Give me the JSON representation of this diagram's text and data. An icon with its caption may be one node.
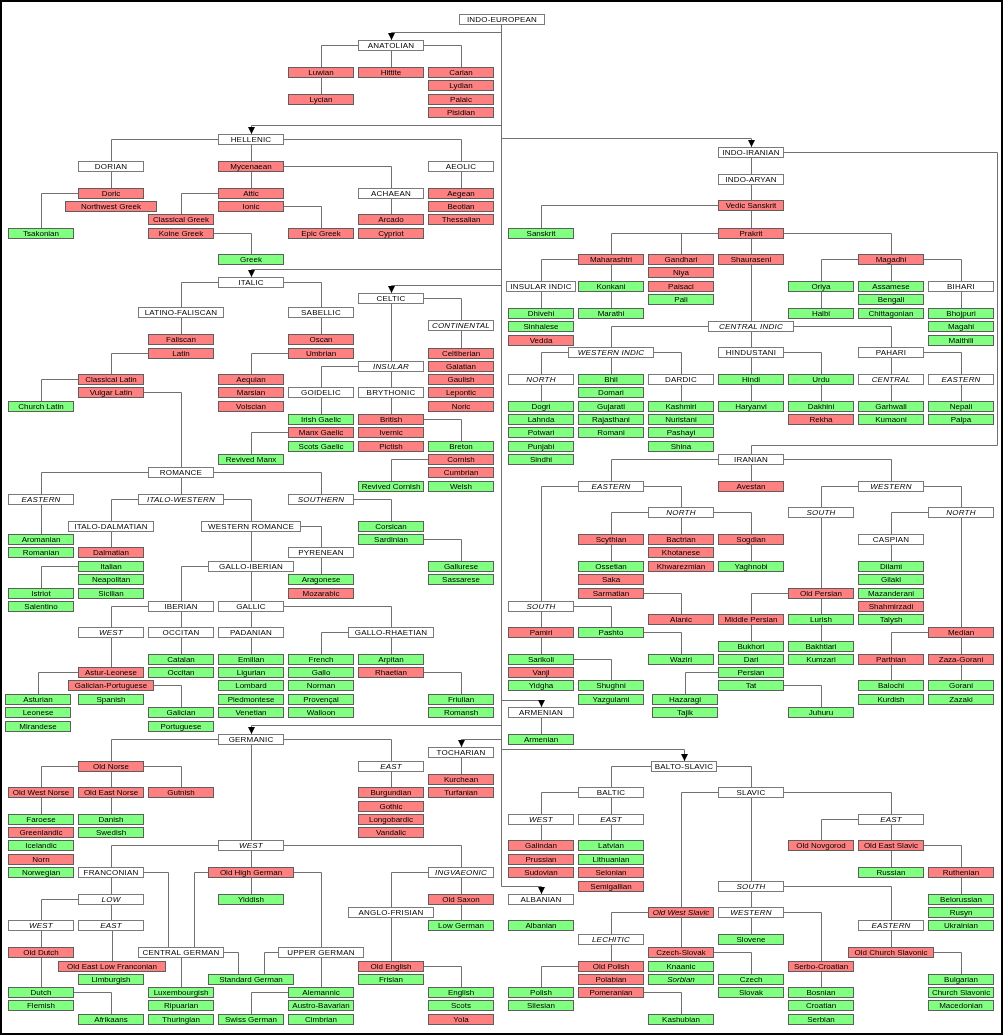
{
  "diagram": {
    "nodes": [
      {
        "text": [
          "INDO-EUROPEAN"
        ]
      },
      {
        "text": [
          "ANATOLIAN"
        ]
      },
      {
        "text": [
          "Luwian"
        ]
      },
      {
        "text": [
          "Hittite"
        ]
      },
      {
        "text": [
          "Carian"
        ]
      },
      {
        "text": [
          "Lydian"
        ]
      },
      {
        "text": [
          "Lycian"
        ]
      },
      {
        "text": [
          "Palaic"
        ]
      },
      {
        "text": [
          "Pisidian"
        ]
      },
      {
        "text": [
          "HELLENIC"
        ]
      },
      {
        "text": [
          "INDO-IRANIAN"
        ]
      },
      {
        "text": [
          "DORIAN"
        ]
      },
      {
        "text": [
          "Mycenaean"
        ]
      },
      {
        "text": [
          "AEOLIC"
        ]
      },
      {
        "text": [
          "INDO-ARYAN"
        ]
      },
      {
        "text": [
          "Doric"
        ]
      },
      {
        "text": [
          "Attic"
        ]
      },
      {
        "text": [
          "ACHAEAN"
        ]
      },
      {
        "text": [
          "Aegean"
        ]
      },
      {
        "text": [
          "Vedic Sanskrit"
        ]
      },
      {
        "text": [
          "Northwest Greek"
        ]
      },
      {
        "text": [
          "Ionic"
        ]
      },
      {
        "text": [
          "Beotian"
        ]
      },
      {
        "text": [
          "Classical Greek"
        ]
      },
      {
        "text": [
          "Arcado"
        ]
      },
      {
        "text": [
          "Thessalian"
        ]
      },
      {
        "text": [
          "Tsakonian"
        ]
      },
      {
        "text": [
          "Koine Greek"
        ]
      },
      {
        "text": [
          "Epic Greek"
        ]
      },
      {
        "text": [
          "Cypriot"
        ]
      },
      {
        "text": [
          "Sanskrit"
        ]
      },
      {
        "text": [
          "Prakrit"
        ]
      },
      {
        "text": [
          "Greek"
        ]
      },
      {
        "text": [
          "Maharashtri"
        ]
      },
      {
        "text": [
          "Gandhari"
        ]
      },
      {
        "text": [
          "Shauraseni"
        ]
      },
      {
        "text": [
          "Magadhi"
        ]
      },
      {
        "text": [
          "Niya"
        ]
      },
      {
        "text": [
          "ITALIC"
        ]
      },
      {
        "text": [
          "INSULAR INDIC"
        ]
      },
      {
        "text": [
          "Konkani"
        ]
      },
      {
        "text": [
          "Paisaci"
        ]
      },
      {
        "text": [
          "Oriya"
        ]
      },
      {
        "text": [
          "Assamese"
        ]
      },
      {
        "text": [
          "BIHARI"
        ]
      },
      {
        "text": [
          "CELTIC"
        ]
      },
      {
        "text": [
          "Pali"
        ]
      },
      {
        "text": [
          "Bengali"
        ]
      },
      {
        "text": [
          "LATINO-FALISCAN"
        ]
      },
      {
        "text": [
          "SABELLIC"
        ]
      },
      {
        "text": [
          "Dhivehi"
        ]
      },
      {
        "text": [
          "Marathi"
        ]
      },
      {
        "text": [
          "Halbi"
        ]
      },
      {
        "text": [
          "Chittagonian"
        ]
      },
      {
        "text": [
          "Bhojpuri"
        ]
      },
      {
        "text": [
          "CONTINENTAL"
        ]
      },
      {
        "text": [
          "Sinhalese"
        ]
      },
      {
        "text": [
          "CENTRAL INDIC"
        ]
      },
      {
        "text": [
          "Magahi"
        ]
      },
      {
        "text": [
          "Faliscan"
        ]
      },
      {
        "text": [
          "Oscan"
        ]
      },
      {
        "text": [
          "Vedda"
        ]
      },
      {
        "text": [
          "Maithili"
        ]
      },
      {
        "text": [
          "Latin"
        ]
      },
      {
        "text": [
          "Umbrian"
        ]
      },
      {
        "text": [
          "Celtiberian"
        ]
      },
      {
        "text": [
          "WESTERN INDIC"
        ]
      },
      {
        "text": [
          "HINDUSTANI"
        ]
      },
      {
        "text": [
          "PAHARI"
        ]
      },
      {
        "text": [
          "INSULAR"
        ]
      },
      {
        "text": [
          "Galatian"
        ]
      },
      {
        "text": [
          "Classical Latin"
        ]
      },
      {
        "text": [
          "Aequian"
        ]
      },
      {
        "text": [
          "Gaulish"
        ]
      },
      {
        "text": [
          "NORTH"
        ]
      },
      {
        "text": [
          "Bhil"
        ]
      },
      {
        "text": [
          "DARDIC"
        ]
      },
      {
        "text": [
          "Hindi"
        ]
      },
      {
        "text": [
          "Urdu"
        ]
      },
      {
        "text": [
          "CENTRAL"
        ]
      },
      {
        "text": [
          "EASTERN"
        ]
      },
      {
        "text": [
          "Vulgar Latin"
        ]
      },
      {
        "text": [
          "Marsian"
        ]
      },
      {
        "text": [
          "GOIDELIC"
        ]
      },
      {
        "text": [
          "BRYTHONIC"
        ]
      },
      {
        "text": [
          "Lepontic"
        ]
      },
      {
        "text": [
          "Domari"
        ]
      },
      {
        "text": [
          "Church Latin"
        ]
      },
      {
        "text": [
          "Volscian"
        ]
      },
      {
        "text": [
          "Noric"
        ]
      },
      {
        "text": [
          "Dogri"
        ]
      },
      {
        "text": [
          "Gujarati"
        ]
      },
      {
        "text": [
          "Kashmiri"
        ]
      },
      {
        "text": [
          "Haryanvi"
        ]
      },
      {
        "text": [
          "Dakhini"
        ]
      },
      {
        "text": [
          "Garhwali"
        ]
      },
      {
        "text": [
          "Nepali"
        ]
      },
      {
        "text": [
          "Irish Gaelic"
        ]
      },
      {
        "text": [
          "British"
        ]
      },
      {
        "text": [
          "Lahnda"
        ]
      },
      {
        "text": [
          "Rajasthani"
        ]
      },
      {
        "text": [
          "Nuristani"
        ]
      },
      {
        "text": [
          "Rekha"
        ]
      },
      {
        "text": [
          "Kumaoni"
        ]
      },
      {
        "text": [
          "Palpa"
        ]
      },
      {
        "text": [
          "Manx Gaelic"
        ]
      },
      {
        "text": [
          "Ivernic"
        ]
      },
      {
        "text": [
          "Potwari"
        ]
      },
      {
        "text": [
          "Romani"
        ]
      },
      {
        "text": [
          "Pashayi"
        ]
      },
      {
        "text": [
          "Scots Gaelic"
        ]
      },
      {
        "text": [
          "Pictish"
        ]
      },
      {
        "text": [
          "Breton"
        ]
      },
      {
        "text": [
          "Punjabi"
        ]
      },
      {
        "text": [
          "Shina"
        ]
      },
      {
        "text": [
          "Revived Manx"
        ]
      },
      {
        "text": [
          "Cornish"
        ]
      },
      {
        "text": [
          "Sindhi"
        ]
      },
      {
        "text": [
          "IRANIAN"
        ]
      },
      {
        "text": [
          "ROMANCE"
        ]
      },
      {
        "text": [
          "Cumbrian"
        ]
      },
      {
        "text": [
          "Revived Cornish"
        ]
      },
      {
        "text": [
          "Welsh"
        ]
      },
      {
        "text": [
          "EASTERN"
        ]
      },
      {
        "text": [
          "Avestan"
        ]
      },
      {
        "text": [
          "WESTERN"
        ]
      },
      {
        "text": [
          "EASTERN"
        ]
      },
      {
        "text": [
          "ITALO-WESTERN"
        ]
      },
      {
        "text": [
          "SOUTHERN"
        ]
      },
      {
        "text": [
          "NORTH"
        ]
      },
      {
        "text": [
          "SOUTH"
        ]
      },
      {
        "text": [
          "NORTH"
        ]
      },
      {
        "text": [
          "ITALO-DALMATIAN"
        ]
      },
      {
        "text": [
          "WESTERN ROMANCE"
        ]
      },
      {
        "text": [
          "Corsican"
        ]
      },
      {
        "text": [
          "Aromanian"
        ]
      },
      {
        "text": [
          "Sardinian"
        ]
      },
      {
        "text": [
          "Scythian"
        ]
      },
      {
        "text": [
          "Bactrian"
        ]
      },
      {
        "text": [
          "Sogdian"
        ]
      },
      {
        "text": [
          "CASPIAN"
        ]
      },
      {
        "text": [
          "Romanian"
        ]
      },
      {
        "text": [
          "Dalmatian"
        ]
      },
      {
        "text": [
          "PYRENEAN"
        ]
      },
      {
        "text": [
          "Khotanese"
        ]
      },
      {
        "text": [
          "Italian"
        ]
      },
      {
        "text": [
          "GALLO-IBERIAN"
        ]
      },
      {
        "text": [
          "Gallurese"
        ]
      },
      {
        "text": [
          "Ossetian"
        ]
      },
      {
        "text": [
          "Khwarezmian"
        ]
      },
      {
        "text": [
          "Yaghnobi"
        ]
      },
      {
        "text": [
          "Dilami"
        ]
      },
      {
        "text": [
          "Neapolitan"
        ]
      },
      {
        "text": [
          "Aragonese"
        ]
      },
      {
        "text": [
          "Sassarese"
        ]
      },
      {
        "text": [
          "Saka"
        ]
      },
      {
        "text": [
          "Gilaki"
        ]
      },
      {
        "text": [
          "Istriot"
        ]
      },
      {
        "text": [
          "Sicilian"
        ]
      },
      {
        "text": [
          "Mozarabic"
        ]
      },
      {
        "text": [
          "Sarmatian"
        ]
      },
      {
        "text": [
          "Old Persian"
        ]
      },
      {
        "text": [
          "Mazanderani"
        ]
      },
      {
        "text": [
          "Salentino"
        ]
      },
      {
        "text": [
          "IBERIAN"
        ]
      },
      {
        "text": [
          "GALLIC"
        ]
      },
      {
        "text": [
          "SOUTH"
        ]
      },
      {
        "text": [
          "Shahmirzadi"
        ]
      },
      {
        "text": [
          "Alanic"
        ]
      },
      {
        "text": [
          "Middle Persian"
        ]
      },
      {
        "text": [
          "Lurish"
        ]
      },
      {
        "text": [
          "Talysh"
        ]
      },
      {
        "text": [
          "WEST"
        ]
      },
      {
        "text": [
          "OCCITAN"
        ]
      },
      {
        "text": [
          "PADANIAN"
        ]
      },
      {
        "text": [
          "GALLO-RHAETIAN"
        ]
      },
      {
        "text": [
          "Pamiri"
        ]
      },
      {
        "text": [
          "Pashto"
        ]
      },
      {
        "text": [
          "Median"
        ]
      },
      {
        "text": [
          "Bukhori"
        ]
      },
      {
        "text": [
          "Bakhtiari"
        ]
      },
      {
        "text": [
          "Catalan"
        ]
      },
      {
        "text": [
          "Emilian"
        ]
      },
      {
        "text": [
          "French"
        ]
      },
      {
        "text": [
          "Arpitan"
        ]
      },
      {
        "text": [
          "Sarikoli"
        ]
      },
      {
        "text": [
          "Waziri"
        ]
      },
      {
        "text": [
          "Dari"
        ]
      },
      {
        "text": [
          "Kumzari"
        ]
      },
      {
        "text": [
          "Parthian"
        ]
      },
      {
        "text": [
          "Zaza-Gorani"
        ]
      },
      {
        "text": [
          "Astur-Leonese"
        ]
      },
      {
        "text": [
          "Occitan"
        ]
      },
      {
        "text": [
          "Ligurian"
        ]
      },
      {
        "text": [
          "Gallo"
        ]
      },
      {
        "text": [
          "Rhaetian"
        ]
      },
      {
        "text": [
          "Vanji"
        ]
      },
      {
        "text": [
          "Persian"
        ]
      },
      {
        "text": [
          "Galician-Portuguese"
        ]
      },
      {
        "text": [
          "Lombard"
        ]
      },
      {
        "text": [
          "Norman"
        ]
      },
      {
        "text": [
          "Yidgha"
        ]
      },
      {
        "text": [
          "Shughni"
        ]
      },
      {
        "text": [
          "Tat"
        ]
      },
      {
        "text": [
          "Balochi"
        ]
      },
      {
        "text": [
          "Gorani"
        ]
      },
      {
        "text": [
          "Asturian"
        ]
      },
      {
        "text": [
          "Spanish"
        ]
      },
      {
        "text": [
          "Piedmontese"
        ]
      },
      {
        "text": [
          "Provençal"
        ]
      },
      {
        "text": [
          "Friulian"
        ]
      },
      {
        "text": [
          "Yazgulami"
        ]
      },
      {
        "text": [
          "Hazaragi"
        ]
      },
      {
        "text": [
          "Kurdish"
        ]
      },
      {
        "text": [
          "Zazaki"
        ]
      },
      {
        "text": [
          "Leonese"
        ]
      },
      {
        "text": [
          "Galician"
        ]
      },
      {
        "text": [
          "Venetian"
        ]
      },
      {
        "text": [
          "Walloon"
        ]
      },
      {
        "text": [
          "Romansh"
        ]
      },
      {
        "text": [
          "ARMENIAN"
        ]
      },
      {
        "text": [
          "Tajik"
        ]
      },
      {
        "text": [
          "Juhuru"
        ]
      },
      {
        "text": [
          "Mirandese"
        ]
      },
      {
        "text": [
          "Portuguese"
        ]
      },
      {
        "text": [
          "GERMANIC"
        ]
      },
      {
        "text": [
          "Armenian"
        ]
      },
      {
        "text": [
          "TOCHARIAN"
        ]
      },
      {
        "text": [
          "Old Norse"
        ]
      },
      {
        "text": [
          "EAST"
        ]
      },
      {
        "text": [
          "BALTO-SLAVIC"
        ]
      },
      {
        "text": [
          "Kurchean"
        ]
      },
      {
        "text": [
          "Old West Norse"
        ]
      },
      {
        "text": [
          "Old East Norse"
        ]
      },
      {
        "text": [
          "Gutnish"
        ]
      },
      {
        "text": [
          "Burgundian"
        ]
      },
      {
        "text": [
          "Turfanian"
        ]
      },
      {
        "text": [
          "BALTIC"
        ]
      },
      {
        "text": [
          "SLAVIC"
        ]
      },
      {
        "text": [
          "Gothic"
        ]
      },
      {
        "text": [
          "Faroese"
        ]
      },
      {
        "text": [
          "Danish"
        ]
      },
      {
        "text": [
          "Longobardic"
        ]
      },
      {
        "text": [
          "WEST"
        ]
      },
      {
        "text": [
          "EAST"
        ]
      },
      {
        "text": [
          "EAST"
        ]
      },
      {
        "text": [
          "Greenlandic"
        ]
      },
      {
        "text": [
          "Swedish"
        ]
      },
      {
        "text": [
          "Vandalic"
        ]
      },
      {
        "text": [
          "Icelandic"
        ]
      },
      {
        "text": [
          "WEST"
        ]
      },
      {
        "text": [
          "Galindan"
        ]
      },
      {
        "text": [
          "Latvian"
        ]
      },
      {
        "text": [
          "Old Novgorod"
        ]
      },
      {
        "text": [
          "Old East Slavic"
        ]
      },
      {
        "text": [
          "Norn"
        ]
      },
      {
        "text": [
          "Prussian"
        ]
      },
      {
        "text": [
          "Lithuanian"
        ]
      },
      {
        "text": [
          "Norwegian"
        ]
      },
      {
        "text": [
          "FRANCONIAN"
        ]
      },
      {
        "text": [
          "Old High German"
        ]
      },
      {
        "text": [
          "INGVAEONIC"
        ]
      },
      {
        "text": [
          "Sudovian"
        ]
      },
      {
        "text": [
          "Selonian"
        ]
      },
      {
        "text": [
          "Russian"
        ]
      },
      {
        "text": [
          "Ruthenian"
        ]
      },
      {
        "text": [
          "Semigallian"
        ]
      },
      {
        "text": [
          "SOUTH"
        ]
      },
      {
        "text": [
          "LOW"
        ]
      },
      {
        "text": [
          "Yiddish"
        ]
      },
      {
        "text": [
          "Old Saxon"
        ]
      },
      {
        "text": [
          "ALBANIAN"
        ]
      },
      {
        "text": [
          "Belorussian"
        ]
      },
      {
        "text": [
          "ANGLO-FRISIAN"
        ]
      },
      {
        "text": [
          "Old West Slavic"
        ]
      },
      {
        "text": [
          "WESTERN"
        ]
      },
      {
        "text": [
          "Rusyn"
        ]
      },
      {
        "text": [
          "WEST"
        ]
      },
      {
        "text": [
          "EAST"
        ]
      },
      {
        "text": [
          "Low German"
        ]
      },
      {
        "text": [
          "Albanian"
        ]
      },
      {
        "text": [
          "EASTERN"
        ]
      },
      {
        "text": [
          "Ukrainian"
        ]
      },
      {
        "text": [
          "LECHITIC"
        ]
      },
      {
        "text": [
          "Slovene"
        ]
      },
      {
        "text": [
          "Old Dutch"
        ]
      },
      {
        "text": [
          "CENTRAL GERMAN"
        ]
      },
      {
        "text": [
          "UPPER GERMAN"
        ]
      },
      {
        "text": [
          "Czech-Slovak"
        ]
      },
      {
        "text": [
          "Old Church Slavonic"
        ]
      },
      {
        "text": [
          "Old East Low Franconian"
        ]
      },
      {
        "text": [
          "Old English"
        ]
      },
      {
        "text": [
          "Old Polish"
        ]
      },
      {
        "text": [
          "Knaanic"
        ]
      },
      {
        "text": [
          "Serbo-Croatian"
        ]
      },
      {
        "text": [
          "Limburgish"
        ]
      },
      {
        "text": [
          "Standard German"
        ]
      },
      {
        "text": [
          "Frisian"
        ]
      },
      {
        "text": [
          "Polabian"
        ]
      },
      {
        "text": [
          "Sorbian"
        ]
      },
      {
        "text": [
          "Czech"
        ]
      },
      {
        "text": [
          "Bulgarian"
        ]
      },
      {
        "text": [
          "Dutch"
        ]
      },
      {
        "text": [
          "Luxembourgish"
        ]
      },
      {
        "text": [
          "Alemannic"
        ]
      },
      {
        "text": [
          "English"
        ]
      },
      {
        "text": [
          "Polish"
        ]
      },
      {
        "text": [
          "Pomeranian"
        ]
      },
      {
        "text": [
          "Slovak"
        ]
      },
      {
        "text": [
          "Bosnian"
        ]
      },
      {
        "text": [
          "Church Slavonic"
        ]
      },
      {
        "text": [
          "Flemish"
        ]
      },
      {
        "text": [
          "Ripuarian"
        ]
      },
      {
        "text": [
          "Austro-Bavarian"
        ]
      },
      {
        "text": [
          "Scots"
        ]
      },
      {
        "text": [
          "Silesian"
        ]
      },
      {
        "text": [
          "Croatian"
        ]
      },
      {
        "text": [
          "Macedonian"
        ]
      },
      {
        "text": [
          "Afrikaans"
        ]
      },
      {
        "text": [
          "Thuringian"
        ]
      },
      {
        "text": [
          "Swiss German"
        ]
      },
      {
        "text": [
          "Cimbrian"
        ]
      },
      {
        "text": [
          "Yola"
        ]
      },
      {
        "text": [
          "Kashubian"
        ]
      },
      {
        "text": [
          "Serbian"
        ]
      }
    ],
    "edges": [
      {
        "from": 0,
        "to": 1,
        "arrow": "to"
      },
      {
        "from": 0,
        "to": 9,
        "arrow": "to"
      },
      {
        "from": 0,
        "to": 10,
        "arrow": "to"
      },
      {
        "from": 0,
        "to": 38,
        "arrow": "to"
      },
      {
        "from": 0,
        "to": 45,
        "arrow": "to"
      },
      {
        "from": 0,
        "to": 220,
        "arrow": "to"
      },
      {
        "from": 0,
        "to": 225,
        "arrow": "to"
      },
      {
        "from": 0,
        "to": 227,
        "arrow": "to"
      },
      {
        "from": 0,
        "to": 230,
        "arrow": "to"
      },
      {
        "from": 0,
        "to": 271,
        "arrow": "to"
      },
      {
        "from": 1,
        "to": 2,
        "arrow": "none"
      },
      {
        "from": 1,
        "to": 3,
        "arrow": "none"
      },
      {
        "from": 1,
        "to": 4,
        "arrow": "none"
      },
      {
        "from": 2,
        "to": 6,
        "arrow": "none"
      },
      {
        "from": 9,
        "to": 11,
        "arrow": "none"
      },
      {
        "from": 9,
        "to": 12,
        "arrow": "none"
      },
      {
        "from": 9,
        "to": 13,
        "arrow": "none"
      },
      {
        "from": 11,
        "to": 15,
        "arrow": "none"
      },
      {
        "from": 15,
        "to": 26,
        "arrow": "none"
      },
      {
        "from": 12,
        "to": 16,
        "arrow": "none"
      },
      {
        "from": 12,
        "to": 17,
        "arrow": "none"
      },
      {
        "from": 13,
        "to": 18,
        "arrow": "none"
      },
      {
        "from": 16,
        "to": 23,
        "arrow": "none"
      },
      {
        "from": 21,
        "to": 28,
        "arrow": "none"
      },
      {
        "from": 17,
        "to": 24,
        "arrow": "none"
      },
      {
        "from": 27,
        "to": 32,
        "arrow": "none"
      },
      {
        "from": 10,
        "to": 14,
        "arrow": "none"
      },
      {
        "from": 10,
        "to": 118,
        "arrow": "none"
      },
      {
        "from": 14,
        "to": 19,
        "arrow": "none"
      },
      {
        "from": 19,
        "to": 30,
        "arrow": "none"
      },
      {
        "from": 19,
        "to": 31,
        "arrow": "none"
      },
      {
        "from": 31,
        "to": 33,
        "arrow": "none"
      },
      {
        "from": 31,
        "to": 34,
        "arrow": "none"
      },
      {
        "from": 31,
        "to": 35,
        "arrow": "none"
      },
      {
        "from": 31,
        "to": 36,
        "arrow": "none"
      },
      {
        "from": 33,
        "to": 39,
        "arrow": "none"
      },
      {
        "from": 33,
        "to": 40,
        "arrow": "none"
      },
      {
        "from": 40,
        "to": 51,
        "arrow": "none"
      },
      {
        "from": 39,
        "to": 50,
        "arrow": "none"
      },
      {
        "from": 36,
        "to": 42,
        "arrow": "none"
      },
      {
        "from": 36,
        "to": 43,
        "arrow": "none"
      },
      {
        "from": 36,
        "to": 44,
        "arrow": "none"
      },
      {
        "from": 42,
        "to": 52,
        "arrow": "none"
      },
      {
        "from": 44,
        "to": 54,
        "arrow": "none"
      },
      {
        "from": 35,
        "to": 57,
        "arrow": "none"
      },
      {
        "from": 57,
        "to": 66,
        "arrow": "none"
      },
      {
        "from": 57,
        "to": 67,
        "arrow": "none"
      },
      {
        "from": 57,
        "to": 68,
        "arrow": "none"
      },
      {
        "from": 66,
        "to": 74,
        "arrow": "none"
      },
      {
        "from": 66,
        "to": 75,
        "arrow": "none"
      },
      {
        "from": 66,
        "to": 76,
        "arrow": "none"
      },
      {
        "from": 67,
        "to": 77,
        "arrow": "none"
      },
      {
        "from": 67,
        "to": 78,
        "arrow": "none"
      },
      {
        "from": 68,
        "to": 79,
        "arrow": "none"
      },
      {
        "from": 68,
        "to": 80,
        "arrow": "none"
      },
      {
        "from": 74,
        "to": 90,
        "arrow": "none"
      },
      {
        "from": 76,
        "to": 92,
        "arrow": "none"
      },
      {
        "from": 77,
        "to": 93,
        "arrow": "none"
      },
      {
        "from": 78,
        "to": 94,
        "arrow": "none"
      },
      {
        "from": 79,
        "to": 95,
        "arrow": "none"
      },
      {
        "from": 80,
        "to": 96,
        "arrow": "none"
      },
      {
        "from": 118,
        "to": 123,
        "arrow": "none"
      },
      {
        "from": 118,
        "to": 124,
        "arrow": "none"
      },
      {
        "from": 118,
        "to": 125,
        "arrow": "none"
      },
      {
        "from": 123,
        "to": 166,
        "arrow": "none"
      },
      {
        "from": 123,
        "to": 129,
        "arrow": "none"
      },
      {
        "from": 129,
        "to": 137,
        "arrow": "none"
      },
      {
        "from": 129,
        "to": 138,
        "arrow": "none"
      },
      {
        "from": 129,
        "to": 139,
        "arrow": "none"
      },
      {
        "from": 137,
        "to": 148,
        "arrow": "none"
      },
      {
        "from": 139,
        "to": 150,
        "arrow": "none"
      },
      {
        "from": 160,
        "to": 168,
        "arrow": "none"
      },
      {
        "from": 125,
        "to": 130,
        "arrow": "none"
      },
      {
        "from": 125,
        "to": 131,
        "arrow": "none"
      },
      {
        "from": 130,
        "to": 161,
        "arrow": "none"
      },
      {
        "from": 131,
        "to": 140,
        "arrow": "none"
      },
      {
        "from": 131,
        "to": 178,
        "arrow": "none"
      },
      {
        "from": 140,
        "to": 151,
        "arrow": "none"
      },
      {
        "from": 161,
        "to": 169,
        "arrow": "none"
      },
      {
        "from": 161,
        "to": 170,
        "arrow": "none"
      },
      {
        "from": 170,
        "to": 180,
        "arrow": "none"
      },
      {
        "from": 169,
        "to": 179,
        "arrow": "none"
      },
      {
        "from": 197,
        "to": 212,
        "arrow": "none"
      },
      {
        "from": 203,
        "to": 222,
        "arrow": "none"
      },
      {
        "from": 178,
        "to": 189,
        "arrow": "none"
      },
      {
        "from": 178,
        "to": 190,
        "arrow": "none"
      },
      {
        "from": 189,
        "to": 204,
        "arrow": "none"
      },
      {
        "from": 190,
        "to": 205,
        "arrow": "none"
      },
      {
        "from": 166,
        "to": 176,
        "arrow": "none"
      },
      {
        "from": 166,
        "to": 177,
        "arrow": "none"
      },
      {
        "from": 176,
        "to": 185,
        "arrow": "none"
      },
      {
        "from": 185,
        "to": 202,
        "arrow": "none"
      },
      {
        "from": 177,
        "to": 186,
        "arrow": "none"
      },
      {
        "from": 220,
        "to": 226,
        "arrow": "none"
      },
      {
        "from": 38,
        "to": 48,
        "arrow": "none"
      },
      {
        "from": 38,
        "to": 49,
        "arrow": "none"
      },
      {
        "from": 48,
        "to": 59,
        "arrow": "none"
      },
      {
        "from": 49,
        "to": 60,
        "arrow": "none"
      },
      {
        "from": 63,
        "to": 71,
        "arrow": "none"
      },
      {
        "from": 71,
        "to": 87,
        "arrow": "none"
      },
      {
        "from": 81,
        "to": 119,
        "arrow": "none"
      },
      {
        "from": 64,
        "to": 72,
        "arrow": "none"
      },
      {
        "from": 45,
        "to": 55,
        "arrow": "none"
      },
      {
        "from": 45,
        "to": 69,
        "arrow": "none"
      },
      {
        "from": 69,
        "to": 83,
        "arrow": "none"
      },
      {
        "from": 69,
        "to": 84,
        "arrow": "none"
      },
      {
        "from": 83,
        "to": 97,
        "arrow": "none"
      },
      {
        "from": 84,
        "to": 98,
        "arrow": "none"
      },
      {
        "from": 105,
        "to": 115,
        "arrow": "none"
      },
      {
        "from": 98,
        "to": 112,
        "arrow": "none"
      },
      {
        "from": 116,
        "to": 121,
        "arrow": "none"
      },
      {
        "from": 55,
        "to": 65,
        "arrow": "none"
      },
      {
        "from": 119,
        "to": 126,
        "arrow": "none"
      },
      {
        "from": 119,
        "to": 127,
        "arrow": "none"
      },
      {
        "from": 119,
        "to": 128,
        "arrow": "none"
      },
      {
        "from": 126,
        "to": 135,
        "arrow": "none"
      },
      {
        "from": 127,
        "to": 132,
        "arrow": "none"
      },
      {
        "from": 127,
        "to": 133,
        "arrow": "none"
      },
      {
        "from": 128,
        "to": 134,
        "arrow": "none"
      },
      {
        "from": 132,
        "to": 142,
        "arrow": "none"
      },
      {
        "from": 145,
        "to": 157,
        "arrow": "none"
      },
      {
        "from": 133,
        "to": 143,
        "arrow": "none"
      },
      {
        "from": 133,
        "to": 146,
        "arrow": "none"
      },
      {
        "from": 136,
        "to": 147,
        "arrow": "none"
      },
      {
        "from": 143,
        "to": 153,
        "arrow": "none"
      },
      {
        "from": 146,
        "to": 164,
        "arrow": "none"
      },
      {
        "from": 146,
        "to": 165,
        "arrow": "none"
      },
      {
        "from": 164,
        "to": 172,
        "arrow": "none"
      },
      {
        "from": 164,
        "to": 173,
        "arrow": "none"
      },
      {
        "from": 165,
        "to": 174,
        "arrow": "none"
      },
      {
        "from": 165,
        "to": 175,
        "arrow": "none"
      },
      {
        "from": 172,
        "to": 191,
        "arrow": "none"
      },
      {
        "from": 173,
        "to": 181,
        "arrow": "none"
      },
      {
        "from": 174,
        "to": 182,
        "arrow": "none"
      },
      {
        "from": 175,
        "to": 183,
        "arrow": "none"
      },
      {
        "from": 175,
        "to": 184,
        "arrow": "none"
      },
      {
        "from": 191,
        "to": 206,
        "arrow": "none"
      },
      {
        "from": 198,
        "to": 216,
        "arrow": "none"
      },
      {
        "from": 195,
        "to": 210,
        "arrow": "none"
      },
      {
        "from": 225,
        "to": 228,
        "arrow": "none"
      },
      {
        "from": 225,
        "to": 250,
        "arrow": "none"
      },
      {
        "from": 225,
        "to": 229,
        "arrow": "none"
      },
      {
        "from": 227,
        "to": 231,
        "arrow": "none"
      },
      {
        "from": 228,
        "to": 232,
        "arrow": "none"
      },
      {
        "from": 228,
        "to": 233,
        "arrow": "none"
      },
      {
        "from": 228,
        "to": 234,
        "arrow": "none"
      },
      {
        "from": 232,
        "to": 240,
        "arrow": "none"
      },
      {
        "from": 233,
        "to": 241,
        "arrow": "none"
      },
      {
        "from": 229,
        "to": 235,
        "arrow": "none"
      },
      {
        "from": 250,
        "to": 259,
        "arrow": "none"
      },
      {
        "from": 250,
        "to": 260,
        "arrow": "none"
      },
      {
        "from": 250,
        "to": 261,
        "arrow": "none"
      },
      {
        "from": 259,
        "to": 268,
        "arrow": "none"
      },
      {
        "from": 259,
        "to": 286,
        "arrow": "none"
      },
      {
        "from": 260,
        "to": 286,
        "arrow": "none"
      },
      {
        "from": 260,
        "to": 269,
        "arrow": "none"
      },
      {
        "from": 260,
        "to": 287,
        "arrow": "none"
      },
      {
        "from": 268,
        "to": 277,
        "arrow": "none"
      },
      {
        "from": 268,
        "to": 278,
        "arrow": "none"
      },
      {
        "from": 278,
        "to": 290,
        "arrow": "none"
      },
      {
        "from": 277,
        "to": 285,
        "arrow": "none"
      },
      {
        "from": 285,
        "to": 302,
        "arrow": "none"
      },
      {
        "from": 302,
        "to": 318,
        "arrow": "none"
      },
      {
        "from": 286,
        "to": 303,
        "arrow": "none"
      },
      {
        "from": 286,
        "to": 296,
        "arrow": "none"
      },
      {
        "from": 287,
        "to": 296,
        "arrow": "none"
      },
      {
        "from": 287,
        "to": 304,
        "arrow": "none"
      },
      {
        "from": 304,
        "to": 320,
        "arrow": "none"
      },
      {
        "from": 261,
        "to": 273,
        "arrow": "none"
      },
      {
        "from": 261,
        "to": 270,
        "arrow": "none"
      },
      {
        "from": 270,
        "to": 279,
        "arrow": "none"
      },
      {
        "from": 273,
        "to": 291,
        "arrow": "none"
      },
      {
        "from": 291,
        "to": 305,
        "arrow": "none"
      },
      {
        "from": 230,
        "to": 237,
        "arrow": "none"
      },
      {
        "from": 230,
        "to": 238,
        "arrow": "none"
      },
      {
        "from": 237,
        "to": 243,
        "arrow": "none"
      },
      {
        "from": 237,
        "to": 244,
        "arrow": "none"
      },
      {
        "from": 243,
        "to": 251,
        "arrow": "none"
      },
      {
        "from": 244,
        "to": 252,
        "arrow": "none"
      },
      {
        "from": 238,
        "to": 274,
        "arrow": "none"
      },
      {
        "from": 238,
        "to": 267,
        "arrow": "none"
      },
      {
        "from": 238,
        "to": 245,
        "arrow": "none"
      },
      {
        "from": 245,
        "to": 253,
        "arrow": "none"
      },
      {
        "from": 245,
        "to": 254,
        "arrow": "none"
      },
      {
        "from": 254,
        "to": 264,
        "arrow": "none"
      },
      {
        "from": 254,
        "to": 265,
        "arrow": "none"
      },
      {
        "from": 265,
        "to": 272,
        "arrow": "none"
      },
      {
        "from": 267,
        "to": 275,
        "arrow": "none"
      },
      {
        "from": 267,
        "to": 281,
        "arrow": "none"
      },
      {
        "from": 275,
        "to": 284,
        "arrow": "none"
      },
      {
        "from": 275,
        "to": 294,
        "arrow": "none"
      },
      {
        "from": 281,
        "to": 289,
        "arrow": "none"
      },
      {
        "from": 289,
        "to": 301,
        "arrow": "none"
      },
      {
        "from": 294,
        "to": 309,
        "arrow": "none"
      },
      {
        "from": 274,
        "to": 283,
        "arrow": "none"
      },
      {
        "from": 274,
        "to": 288,
        "arrow": "none"
      },
      {
        "from": 283,
        "to": 292,
        "arrow": "none"
      },
      {
        "from": 292,
        "to": 306,
        "arrow": "none"
      },
      {
        "from": 288,
        "to": 300,
        "arrow": "none"
      },
      {
        "from": 307,
        "to": 323,
        "arrow": "none"
      }
    ]
  }
}
